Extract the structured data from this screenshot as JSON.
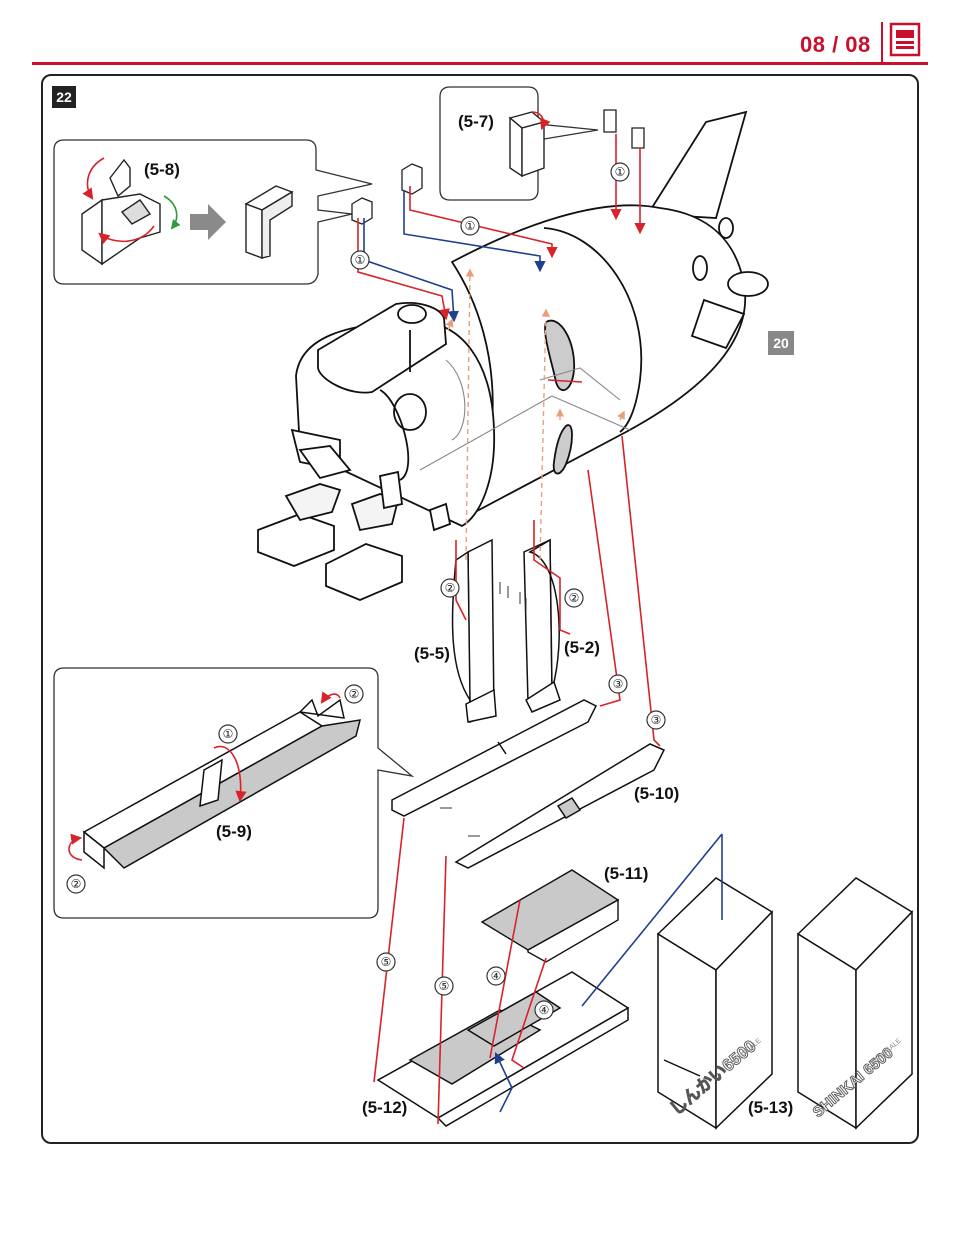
{
  "header": {
    "page_number": "08 / 08",
    "icon": "document-icon",
    "accent_color": "#c8102e"
  },
  "step": {
    "number": "22",
    "reference": "20"
  },
  "part_labels": {
    "p5_7": "(5-7)",
    "p5_8": "(5-8)",
    "p5_5": "(5-5)",
    "p5_2": "(5-2)",
    "p5_9": "(5-9)",
    "p5_10": "(5-10)",
    "p5_11": "(5-11)",
    "p5_12": "(5-12)",
    "p5_13": "(5-13)"
  },
  "fold_steps": {
    "s1": "①",
    "s2": "②",
    "s3": "③",
    "s4": "④",
    "s5": "⑤"
  },
  "stand_print": {
    "left_name": "しんかい6500",
    "left_scale": "1/48 SCALE",
    "right_name": "SHINKAI 6500",
    "right_scale": "1/48 SCALE"
  },
  "colors": {
    "line_red": "#d8232a",
    "line_blue": "#1f3f8f",
    "arrow_orange": "#e8a07a",
    "arrow_green": "#2e9a3c",
    "gray_fill": "#c9c9c9",
    "big_arrow": "#8a8a8a"
  }
}
